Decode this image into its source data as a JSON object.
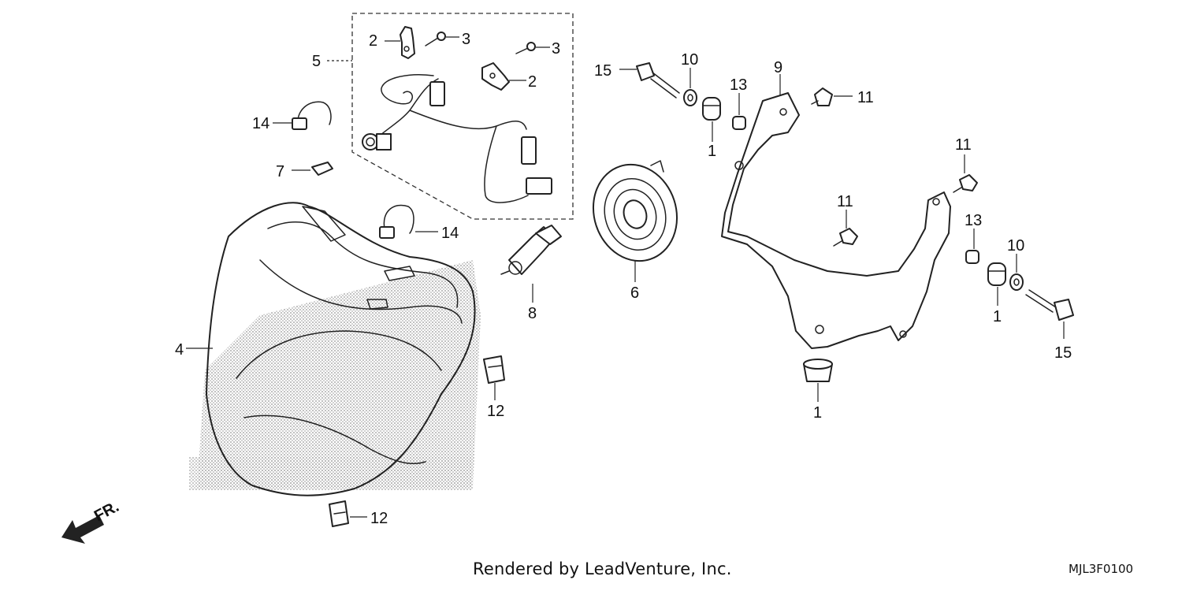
{
  "diagram": {
    "callouts": {
      "c1a": "1",
      "c1b": "1",
      "c1c": "1",
      "c2a": "2",
      "c2b": "2",
      "c3a": "3",
      "c3b": "3",
      "c4": "4",
      "c5": "5",
      "c6": "6",
      "c7": "7",
      "c8": "8",
      "c9": "9",
      "c10a": "10",
      "c10b": "10",
      "c11a": "11",
      "c11b": "11",
      "c11c": "11",
      "c12a": "12",
      "c12b": "12",
      "c13a": "13",
      "c13b": "13",
      "c14a": "14",
      "c14b": "14",
      "c15a": "15",
      "c15b": "15"
    },
    "front_marker": "FR.",
    "credit": "Rendered by LeadVenture, Inc.",
    "code": "MJL3F0100"
  }
}
